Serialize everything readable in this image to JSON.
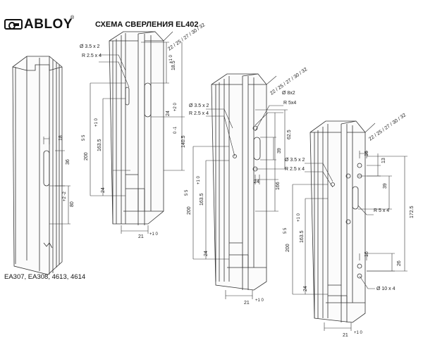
{
  "header": {
    "brand": "ABLOY",
    "registered": "®",
    "title": "СХЕМА СВЕРЛЕНИЯ EL402"
  },
  "models_caption": "EA307, EA308, 4613, 4614",
  "diagram_1": {
    "d_18": "18",
    "d_36": "36",
    "d_80": "80",
    "tol_80": "+2 -2"
  },
  "diagram_2": {
    "profile_sizes": "22 / 25 / 27 / 30 / 32",
    "hole": "Ø 3.5 x 2",
    "radius": "R 2.5 x 4",
    "d_185": "18.5",
    "tol_185": "+1 0",
    "d_24_top": "24",
    "tol_24_top": "+2 0",
    "d_1405": "140.5",
    "tol_1405": "0 -1",
    "d_200": "200",
    "tol_200": "5 5",
    "d_1635": "163.5",
    "tol_1635": "+1 0",
    "d_24_bottom": "24",
    "d_21": "21",
    "tol_21": "+1 0"
  },
  "diagram_3": {
    "profile_sizes": "22 / 25 / 27 / 30 / 32",
    "hole_8": "Ø 8x2",
    "radius_5": "R 5x4",
    "hole": "Ø 3.5 x 2",
    "radius": "R 2.5 x 4",
    "d_39": "39",
    "d_625": "62.5",
    "d_166": "166",
    "d_24_mid": "24",
    "d_200": "200",
    "tol_200": "5 5",
    "d_1635": "163.5",
    "tol_1635": "+1 0",
    "d_24_bottom": "24",
    "d_21": "21",
    "tol_21": "+1 0"
  },
  "diagram_4": {
    "profile_sizes": "22 / 25 / 27 / 30 / 32",
    "d_16_top": "16",
    "d_13": "13",
    "hole": "Ø 3.5 x 2",
    "radius": "R 2.5 x 4",
    "d_39": "39",
    "radius_5": "R 5 x 4",
    "d_1725": "172.5",
    "d_200": "200",
    "tol_200": "5 5",
    "d_1635": "163.5",
    "tol_1635": "+1 0",
    "d_16_bottom": "16",
    "d_26": "26",
    "hole_10": "Ø 10 x 4",
    "d_24_bottom": "24",
    "d_21": "21",
    "tol_21": "+1 0"
  }
}
